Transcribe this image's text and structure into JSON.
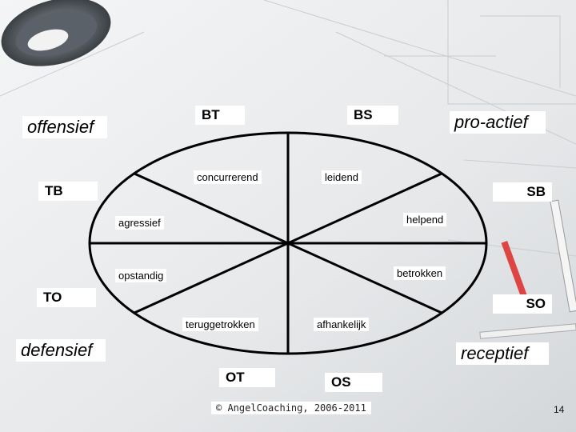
{
  "corners": {
    "top_left": "offensief",
    "top_right": "pro-actief",
    "bottom_left": "defensief",
    "bottom_right": "receptief"
  },
  "axes": {
    "BT": "BT",
    "BS": "BS",
    "TB": "TB",
    "SB": "SB",
    "TO": "TO",
    "SO": "SO",
    "OT": "OT",
    "OS": "OS"
  },
  "segments": {
    "concurrerend": "concurrerend",
    "leidend": "leidend",
    "agressief": "agressief",
    "helpend": "helpend",
    "opstandig": "opstandig",
    "betrokken": "betrokken",
    "teruggetrokken": "teruggetrokken",
    "afhankelijk": "afhankelijk"
  },
  "footer": {
    "copyright": "© AngelCoaching, 2006-2011",
    "page_number": "14"
  }
}
